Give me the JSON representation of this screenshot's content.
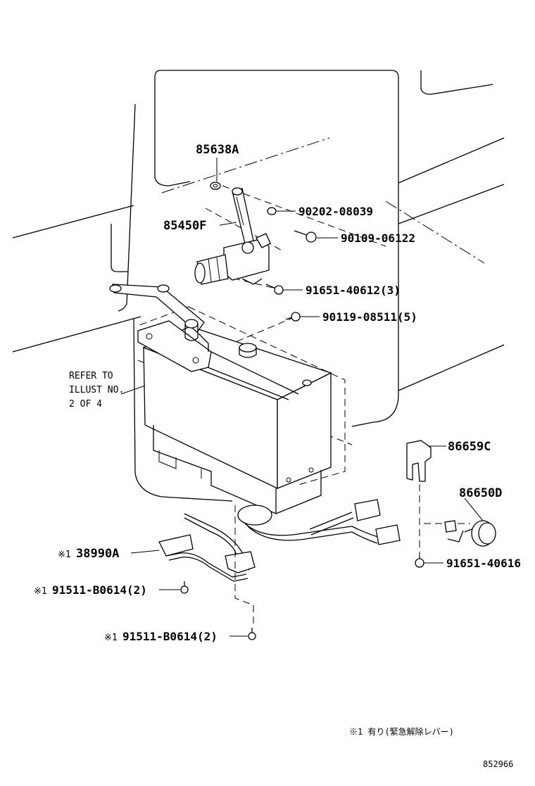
{
  "parts": {
    "p85638A": "85638A",
    "p90202": "90202-08039",
    "p85450F": "85450F",
    "p90109": "90109-06122",
    "p91651a": "91651-40612(3)",
    "p90119": "90119-08511(5)",
    "p86659C": "86659C",
    "p86650D": "86650D",
    "p91651b": "91651-40616",
    "p38990A": "38990A",
    "p91511a": "91511-B0614(2)",
    "p91511b": "91511-B0614(2)"
  },
  "marks": {
    "mark1": "※1",
    "mark2": "※1",
    "mark3": "※1"
  },
  "refer": {
    "line1": "REFER TO",
    "line2": "ILLUST NO.",
    "line3": "2 OF 4"
  },
  "footnote": "※1 有り(緊急解除レバー)",
  "figure_number": "852966"
}
